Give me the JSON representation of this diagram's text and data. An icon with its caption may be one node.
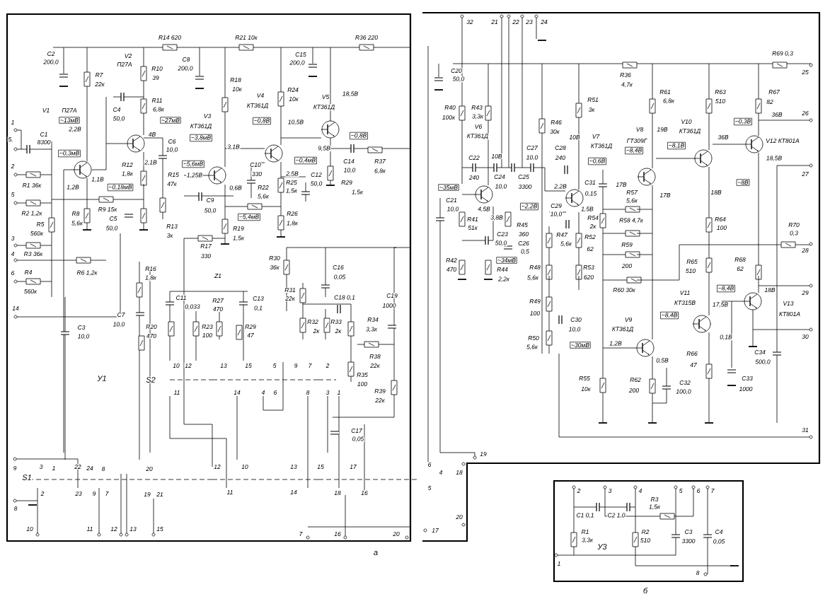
{
  "diagram": {
    "labels": [
      "R14 620",
      "R21 10к",
      "R36 220",
      "C2",
      "200,0",
      "R7",
      "22к",
      "V2",
      "П27А",
      "R10",
      "39",
      "C8",
      "200,0",
      "C15",
      "200,0",
      "R18",
      "10к",
      "R24",
      "10к",
      "V4",
      "КТ361Д",
      "V5",
      "КТ361Д",
      "18,5В",
      "R11",
      "V1",
      "П27А",
      "C4",
      "6,8к",
      "~13мВ",
      "50,0",
      "~27мВ",
      "V3",
      "КТ361Д",
      "~3,8мВ",
      "~0,8В",
      "10,5В",
      "2,2В",
      "4В",
      "C6",
      "10,0",
      "C1",
      "8300",
      "~0,3мВ",
      "~0,8В",
      "3,1В",
      "9,5В",
      "~0,4мВ",
      "C14",
      "10,0",
      "R37",
      "6,8к",
      "2,1В",
      "~5,6мВ",
      "C10",
      "330",
      "R12",
      "1,8к",
      "R15",
      "47к",
      "1,25В",
      "2,5В",
      "C12",
      "50,0",
      "1,1В",
      "R25",
      "R29",
      "1,5к",
      "1,5к",
      "1,2В",
      "~0,18мВ",
      "0,6В",
      "R22",
      "5,6к",
      "C9",
      "R9 15к",
      "50,0",
      "R8",
      "R26",
      "C5",
      "~5,4мВ",
      "5,6к",
      "1,8к",
      "50,0",
      "R13",
      "R19",
      "3к",
      "1,5к",
      "R17",
      "330",
      "R30",
      "36к",
      "C16",
      "0,05",
      "1",
      "5.",
      "2",
      "R1 36к",
      "5",
      "R2 1,2к",
      "R5",
      "560к",
      "3",
      "4",
      "R3 36к",
      "6",
      "R4",
      "R6 1,2к",
      "560к",
      "R16",
      "1,8к",
      "Z1",
      "R31",
      "22к",
      "C18 0,1",
      "C19",
      "1000",
      "C11",
      "R27",
      "C13",
      "14",
      "0,033",
      "470",
      "0,1",
      "C7",
      "R32",
      "R33",
      "R34",
      "10,0",
      "C3",
      "R20",
      "R23",
      "R29",
      "2к",
      "2к",
      "3,3к",
      "10,0",
      "470",
      "100",
      "47",
      "R38",
      "10",
      "12",
      "13",
      "15",
      "5",
      "9",
      "7",
      "2",
      "22к",
      "R35",
      "У1",
      "S2",
      "11",
      "14",
      "4",
      "6",
      "8",
      "3",
      "1",
      "R39",
      "100",
      "22к",
      "C17",
      "0,05",
      "9",
      "3",
      "1",
      "22",
      "24",
      "8",
      "20",
      "12",
      "10",
      "13",
      "15",
      "17",
      "S1",
      "2",
      "23",
      "9",
      "7",
      "19",
      "21",
      "11",
      "14",
      "18",
      "16",
      "8",
      "10",
      "11",
      "12",
      "13",
      "15",
      "7",
      "16",
      "20",
      "а",
      "32",
      "21",
      "22",
      "23",
      "24",
      "R69 0,3",
      "C20",
      "R36",
      "25",
      "50,0",
      "4,7к",
      "R61",
      "R63",
      "R67",
      "R51",
      "6,8к",
      "510",
      "82",
      "R40",
      "R43",
      "3к",
      "100к",
      "3,3к",
      "36В",
      "26",
      "R46",
      "V10",
      "~0,3В",
      "V6",
      "30к",
      "V8",
      "19В",
      "КТ361Д",
      "КТ361Д",
      "10В",
      "V7",
      "36В",
      "ГТ309Г",
      "V12 КТ801А",
      "C27",
      "C28",
      "КТ361Д",
      "~8,4В",
      "~8,1В",
      "C22",
      "10В",
      "10,0",
      "240",
      "~0,6В",
      "18,5В",
      "27",
      "240",
      "C24",
      "C25",
      "~35мВ",
      "10,0",
      "3300",
      "2,2В",
      "C31",
      "17В",
      "~8В",
      "0,15",
      "R57",
      "17В",
      "18В",
      "C21",
      "5,6к",
      "10,0",
      "4,5В",
      "~2,2В",
      "C29",
      "1,5В",
      "10,0",
      "R41",
      "3,8В",
      "R54",
      "R58 4,7к",
      "R64",
      "51к",
      "R45",
      "2к",
      "100",
      "R70",
      "C23",
      "360",
      "R47",
      "R52",
      "0,3",
      "50,0",
      "C26",
      "5,6к",
      "R59",
      "0,5",
      "62",
      "28",
      "R42",
      "~34мВ",
      "R65",
      "R68",
      "470",
      "R44",
      "R48",
      "R53",
      "200",
      "510",
      "62",
      "2,2к",
      "5,6к",
      "620",
      "R60 30к",
      "V11",
      "~8,4В",
      "18В",
      "29",
      "R49",
      "КТ315В",
      "17,5В",
      "V13",
      "100",
      "~8,4В",
      "КТ801А",
      "C30",
      "V9",
      "10,0",
      "КТ361Д",
      "R50",
      "0,1В",
      "30",
      "5,6к",
      "~30мВ",
      "1,2В",
      "R66",
      "C34",
      "0,5В",
      "47",
      "500,0",
      "R55",
      "R62",
      "C32",
      "C33",
      "10к",
      "200",
      "100,0",
      "1000",
      "31",
      "19",
      "6",
      "4",
      "18",
      "5",
      "2",
      "3",
      "4",
      "5",
      "6",
      "7",
      "R3",
      "1,5к",
      "20",
      "C1 0,1",
      "C2 1,0",
      "17",
      "R1",
      "R2",
      "C3",
      "C4",
      "3,3к",
      "510",
      "3300",
      "0,05",
      "У3",
      "1",
      "8",
      "б"
    ]
  }
}
